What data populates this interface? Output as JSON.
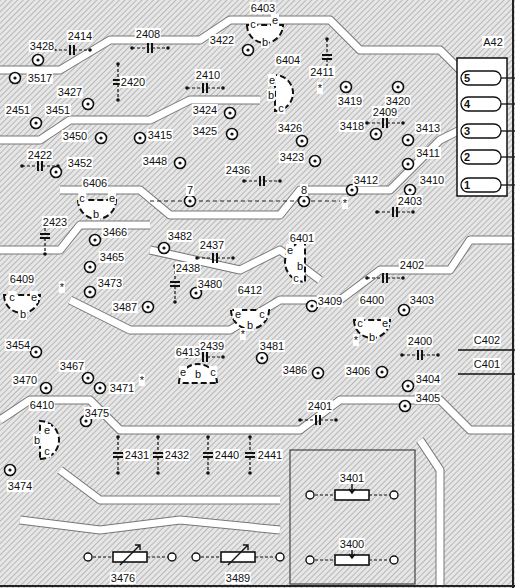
{
  "diagram": {
    "labels": [
      "3428",
      "2414",
      "2408",
      "3422",
      "6403",
      "c",
      "e",
      "b",
      "2411",
      "3517",
      "3427",
      "2420",
      "2410",
      "6404",
      "e",
      "b",
      "c",
      "*",
      "3419",
      "3420",
      "A42",
      "5",
      "4",
      "3",
      "2",
      "1",
      "2409",
      "3424",
      "3425",
      "3426",
      "2451",
      "3451",
      "3450",
      "3415",
      "3423",
      "3418",
      "3413",
      "3411",
      "2422",
      "3452",
      "3448",
      "2436",
      "3412",
      "3410",
      "6406",
      "c",
      "e",
      "b",
      "7",
      "8",
      "6401",
      "e",
      "b",
      "c",
      "*",
      "2403",
      "2423",
      "3466",
      "3482",
      "2437",
      "3465",
      "2438",
      "6409",
      "c",
      "e",
      "b",
      "*",
      "2402",
      "3473",
      "3480",
      "6412",
      "e",
      "b",
      "c",
      "3487",
      "3409",
      "6400",
      "c",
      "e",
      "b",
      "*",
      "3403",
      "*",
      "3454",
      "2439",
      "3481",
      "C402",
      "C401",
      "2400",
      "3467",
      "3471",
      "6413",
      "e",
      "b",
      "c",
      "*",
      "3486",
      "3406",
      "3404",
      "3470",
      "3405",
      "2401",
      "6410",
      "e",
      "b",
      "c",
      "3475",
      "2431",
      "2432",
      "2440",
      "2441",
      "3474",
      "3401",
      "3400",
      "3476",
      "3489"
    ]
  }
}
